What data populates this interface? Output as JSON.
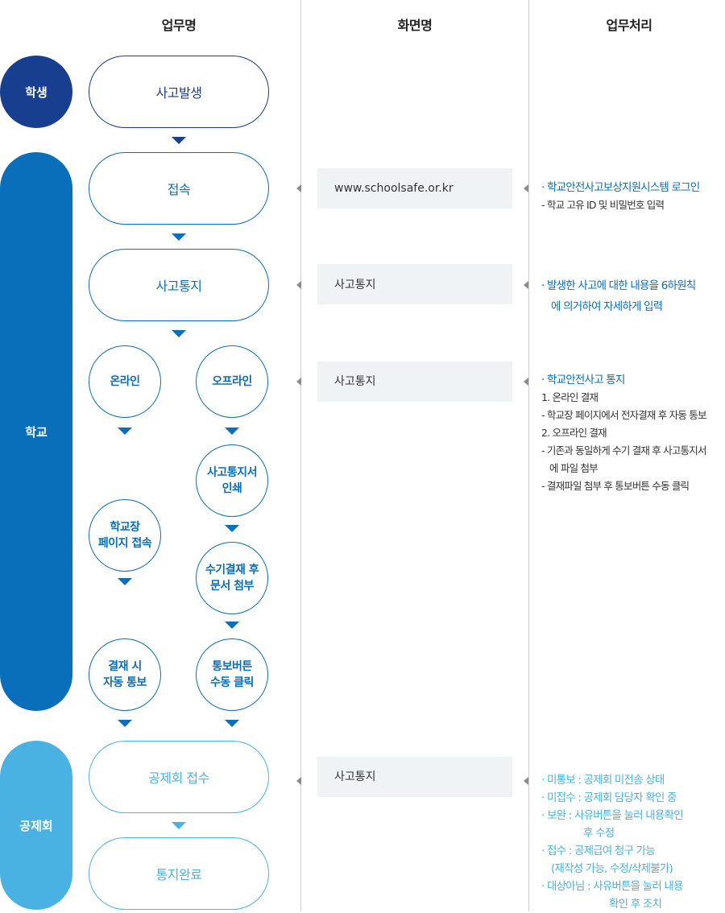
{
  "colors": {
    "student": "#173e8f",
    "school": "#0a6fba",
    "association": "#4ab2e2",
    "screen_box_bg": "#f0f3f6",
    "divider": "#cfcfcf"
  },
  "headers": {
    "task_name": "업무명",
    "screen_name": "화면명",
    "task_process": "업무처리"
  },
  "lanes": [
    {
      "label": "학생"
    },
    {
      "label": "학교"
    },
    {
      "label": "공제회"
    }
  ],
  "steps": {
    "accident": "사고발생",
    "connect": "접속",
    "notify": "사고통지",
    "online": "온라인",
    "offline": "오프라인",
    "print": "사고통지서\n인쇄",
    "school_page": "학교장\n페이지 접속",
    "manual_sign": "수기결재 후\n문서 첨부",
    "auto_notify": "결재 시\n자동 통보",
    "manual_click": "통보버튼\n수동 클릭",
    "received": "공제회 접수",
    "done": "통지완료"
  },
  "screens": [
    {
      "label": "www.schoolsafe.or.kr"
    },
    {
      "label": "사고통지"
    },
    {
      "label": "사고통지"
    },
    {
      "label": "사고통지"
    }
  ],
  "process": {
    "login": {
      "title": "· 학교안전사고보상지원시스템 로그인",
      "detail": "- 학교 고유 ID 및 비밀번호 입력"
    },
    "notify": {
      "line1": "· 발생한 사고에 대한 내용을 6하원칙",
      "line2": "에 의거하여 자세하게 입력"
    },
    "school_notice": {
      "title": "· 학교안전사고 통지",
      "lines": [
        "1. 온라인 결재",
        "- 학교장 페이지에서 전자결재 후 자동 통보",
        "2. 오프라인 결재",
        "- 기존과 동일하게 수기 결재 후 사고통지서",
        "  에 파일 첨부",
        "- 결재파일 첨부 후 통보버튼 수동 클릭"
      ]
    },
    "status": [
      "· 미통보 : 공제회 미전송 상태",
      "· 미접수 : 공제회 담당자 확인 중",
      "· 보완 : 사유버튼을 눌러 내용확인",
      "후 수정",
      "· 접수 : 공제급여 청구 가능",
      "(재작성 가능, 수정/삭제불가)",
      "· 대상아님 : 사유버튼을 눌러 내용",
      "확인 후 조치"
    ]
  }
}
